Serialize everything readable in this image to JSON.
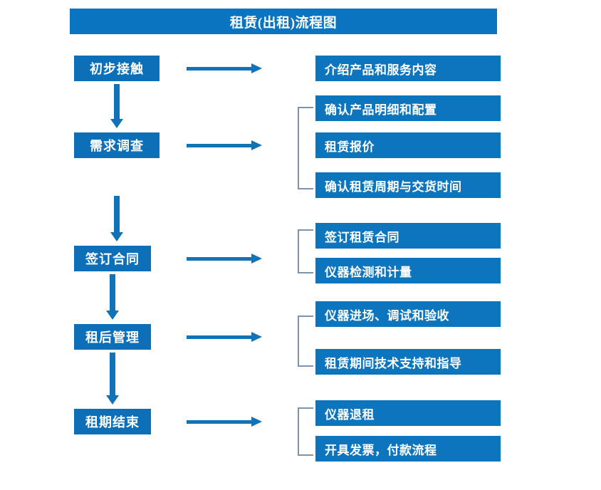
{
  "title": {
    "text": "租赁(出租)流程图"
  },
  "colors": {
    "title_bar": "#0b74c0",
    "stage_box": "#0c6fb8",
    "detail_box": "#0d75bd",
    "arrow": "#1272b6",
    "bracket": "#7d94ad",
    "text": "#ffffff",
    "background": "#ffffff"
  },
  "stages": [
    {
      "label": "初步接触"
    },
    {
      "label": "需求调查"
    },
    {
      "label": "签订合同"
    },
    {
      "label": "租后管理"
    },
    {
      "label": "租期结束"
    }
  ],
  "detail_groups": [
    {
      "stage": "初步接触",
      "bracketed": false,
      "items": [
        {
          "label": "介绍产品和服务内容"
        }
      ]
    },
    {
      "stage": "需求调查",
      "bracketed": true,
      "items": [
        {
          "label": "确认产品明细和配置"
        },
        {
          "label": "租赁报价"
        },
        {
          "label": "确认租赁周期与交货时间"
        }
      ]
    },
    {
      "stage": "签订合同",
      "bracketed": true,
      "items": [
        {
          "label": "签订租赁合同"
        },
        {
          "label": "仪器检测和计量"
        }
      ]
    },
    {
      "stage": "租后管理",
      "bracketed": true,
      "items": [
        {
          "label": "仪器进场、调试和验收"
        },
        {
          "label": "租赁期间技术支持和指导"
        }
      ]
    },
    {
      "stage": "租期结束",
      "bracketed": true,
      "items": [
        {
          "label": "仪器退租"
        },
        {
          "label": "开具发票，付款流程"
        }
      ]
    }
  ]
}
